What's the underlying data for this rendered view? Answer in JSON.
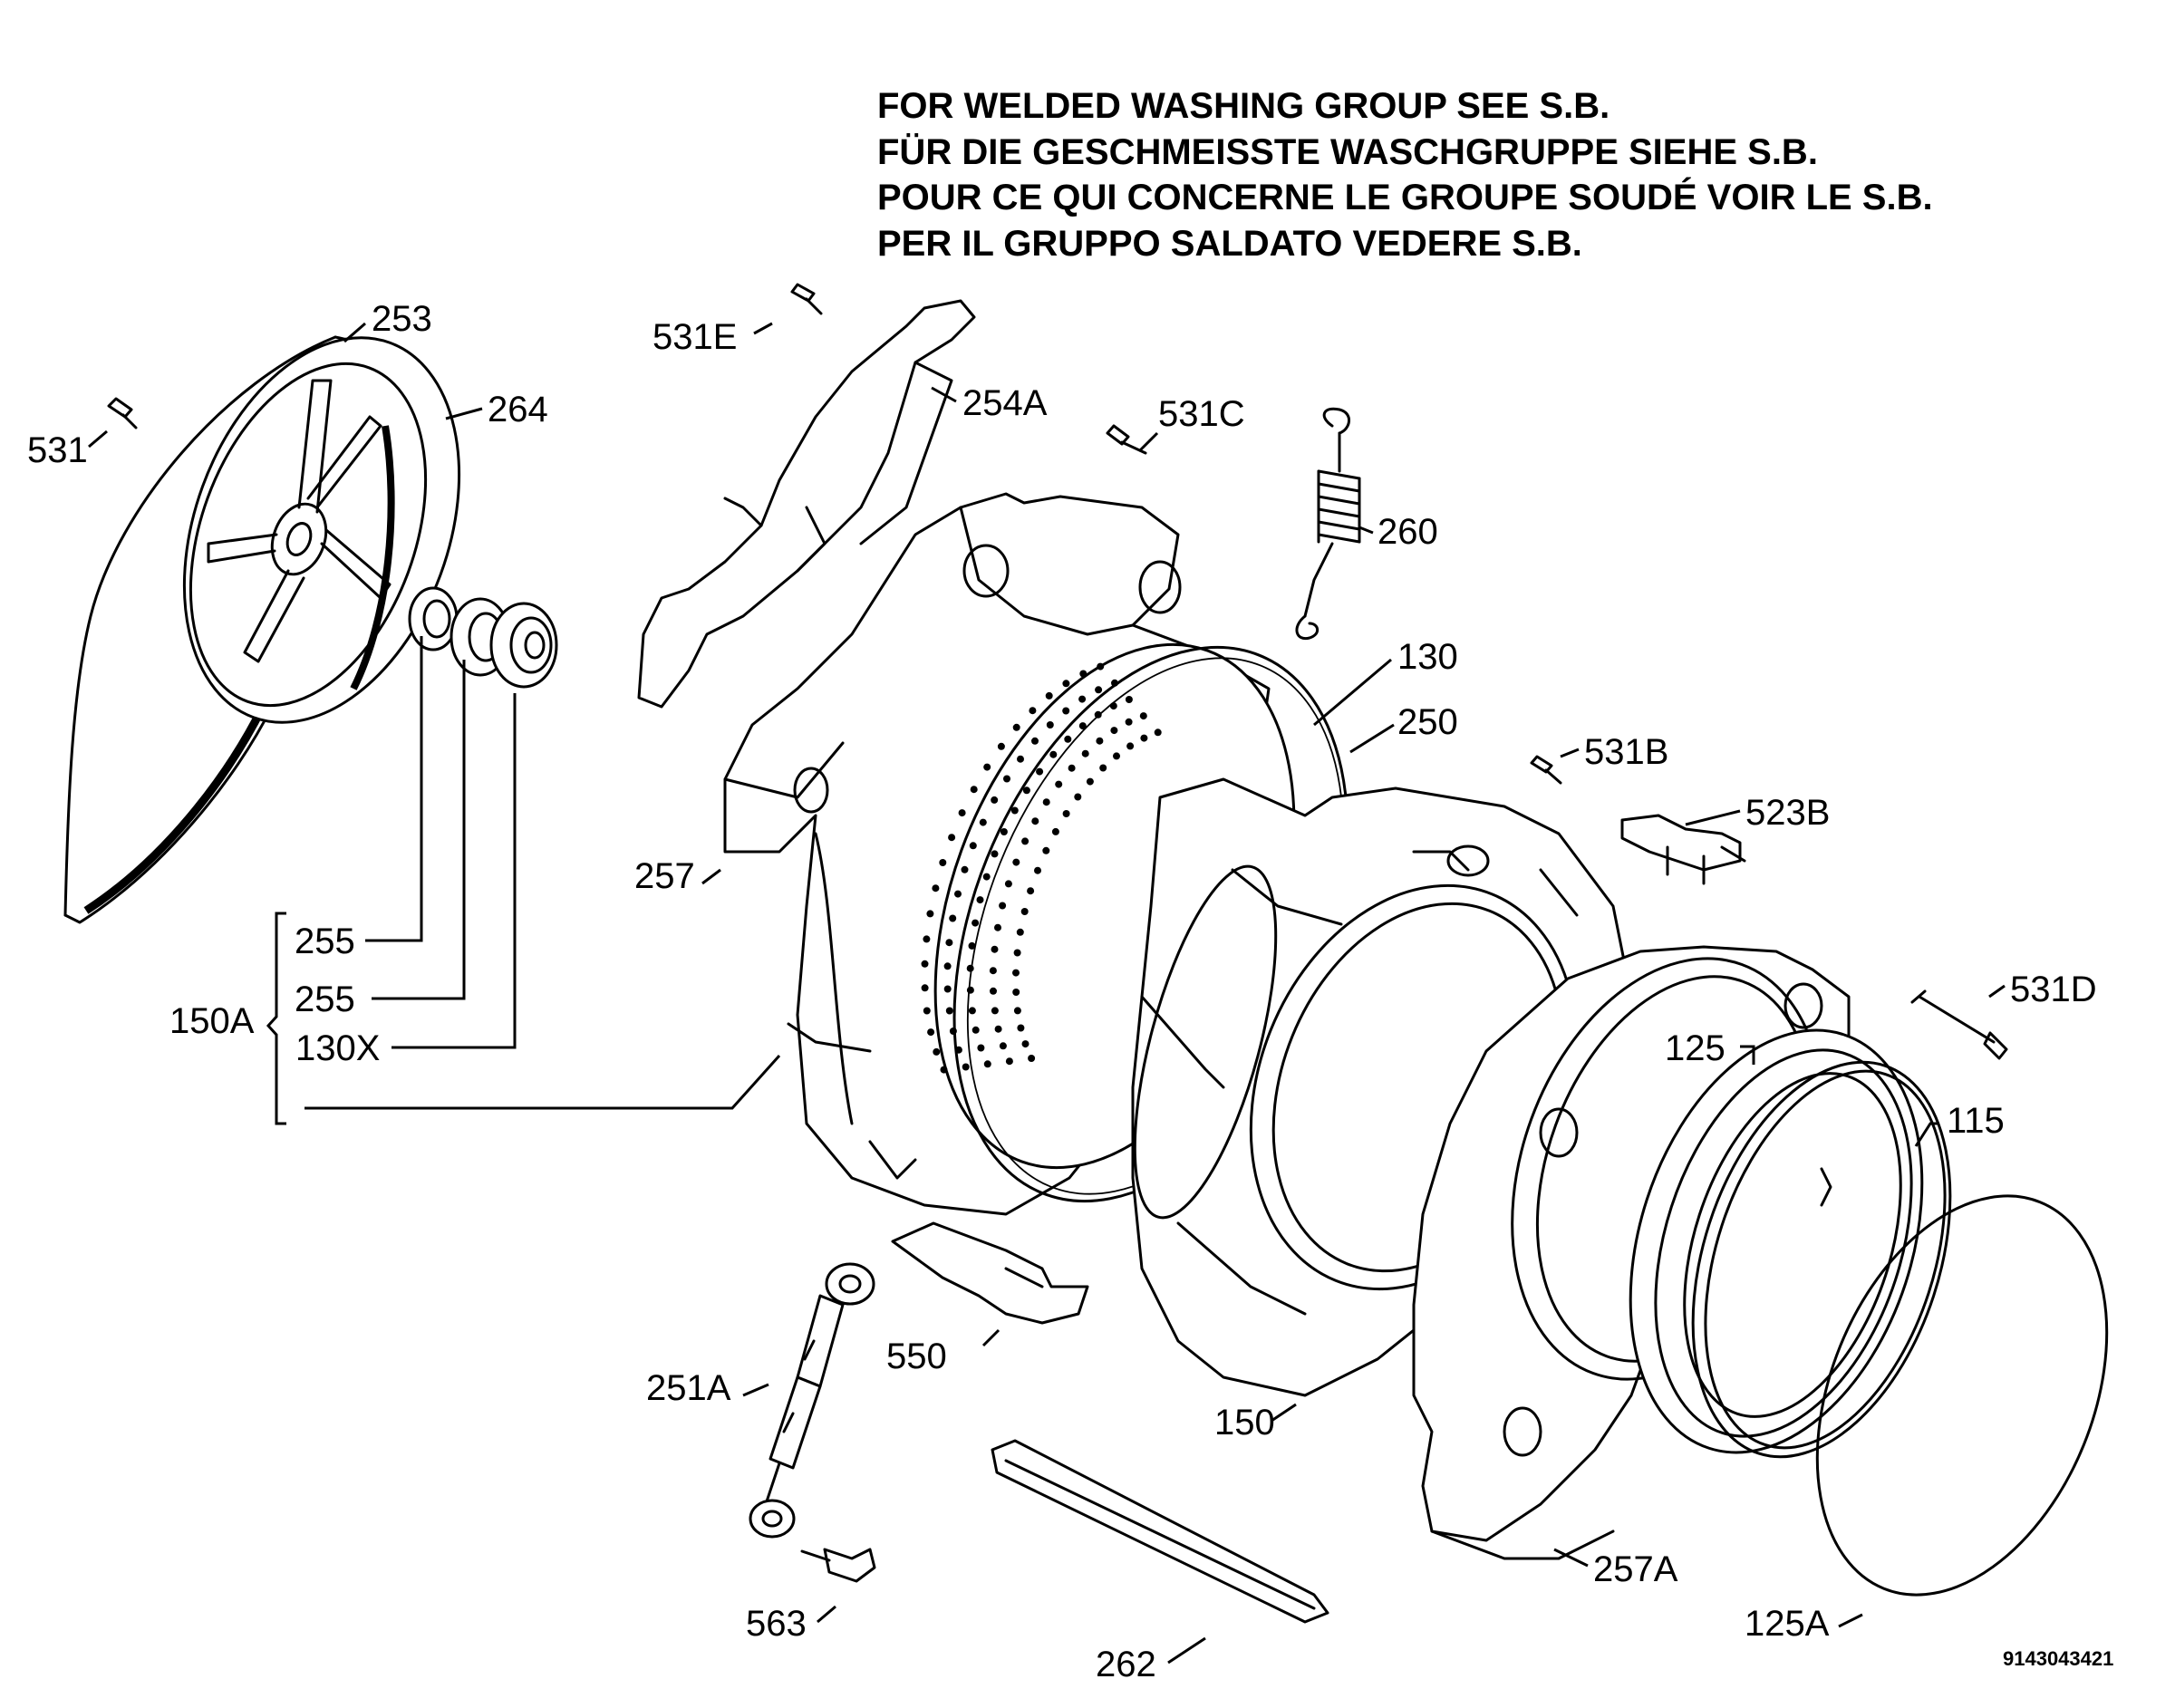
{
  "header": {
    "line_en": "FOR WELDED WASHING GROUP SEE S.B.",
    "line_de": "FÜR DIE GESCHMEISSTE WASCHGRUPPE SIEHE S.B.",
    "line_fr": "POUR CE QUI CONCERNE LE GROUPE SOUDÉ VOIR LE S.B.",
    "line_it": "PER IL GRUPPO SALDATO VEDERE S.B."
  },
  "labels": {
    "p253": "253",
    "p264": "264",
    "p531": "531",
    "p531E": "531E",
    "p254A": "254A",
    "p531C": "531C",
    "p260": "260",
    "p130": "130",
    "p250": "250",
    "p531B": "531B",
    "p523B": "523B",
    "p257": "257",
    "p255a": "255",
    "p255b": "255",
    "p130X": "130X",
    "p150A": "150A",
    "p531D": "531D",
    "p125": "125",
    "p115": "115",
    "p550": "550",
    "p251A": "251A",
    "p150": "150",
    "p563": "563",
    "p262": "262",
    "p257A": "257A",
    "p125A": "125A"
  },
  "drawing_code": "9143043421"
}
